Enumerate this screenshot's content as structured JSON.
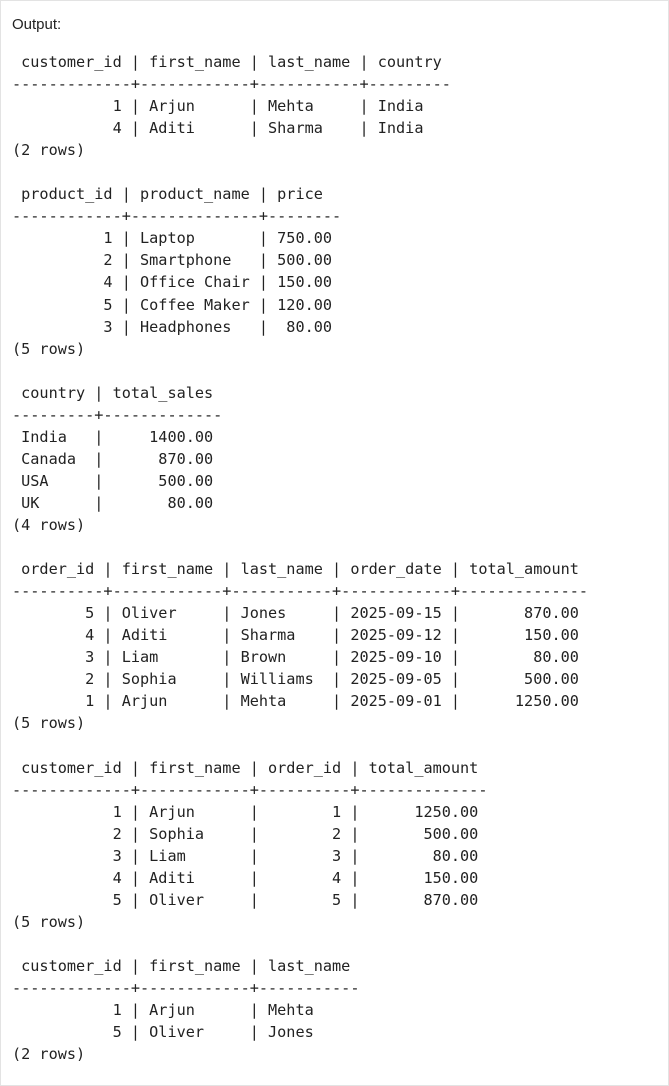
{
  "output_label": "Output:",
  "result_lines": [
    " customer_id | first_name | last_name | country",
    "-------------+------------+-----------+---------",
    "           1 | Arjun      | Mehta     | India",
    "           4 | Aditi      | Sharma    | India",
    "(2 rows)",
    "",
    " product_id | product_name | price",
    "------------+--------------+--------",
    "          1 | Laptop       | 750.00",
    "          2 | Smartphone   | 500.00",
    "          4 | Office Chair | 150.00",
    "          5 | Coffee Maker | 120.00",
    "          3 | Headphones   |  80.00",
    "(5 rows)",
    "",
    " country | total_sales",
    "---------+-------------",
    " India   |     1400.00",
    " Canada  |      870.00",
    " USA     |      500.00",
    " UK      |       80.00",
    "(4 rows)",
    "",
    " order_id | first_name | last_name | order_date | total_amount",
    "----------+------------+-----------+------------+--------------",
    "        5 | Oliver     | Jones     | 2025-09-15 |       870.00",
    "        4 | Aditi      | Sharma    | 2025-09-12 |       150.00",
    "        3 | Liam       | Brown     | 2025-09-10 |        80.00",
    "        2 | Sophia     | Williams  | 2025-09-05 |       500.00",
    "        1 | Arjun      | Mehta     | 2025-09-01 |      1250.00",
    "(5 rows)",
    "",
    " customer_id | first_name | order_id | total_amount",
    "-------------+------------+----------+--------------",
    "           1 | Arjun      |        1 |      1250.00",
    "           2 | Sophia     |        2 |       500.00",
    "           3 | Liam       |        3 |        80.00",
    "           4 | Aditi      |        4 |       150.00",
    "           5 | Oliver     |        5 |       870.00",
    "(5 rows)",
    "",
    " customer_id | first_name | last_name",
    "-------------+------------+-----------",
    "           1 | Arjun      | Mehta",
    "           5 | Oliver     | Jones",
    "(2 rows)"
  ]
}
